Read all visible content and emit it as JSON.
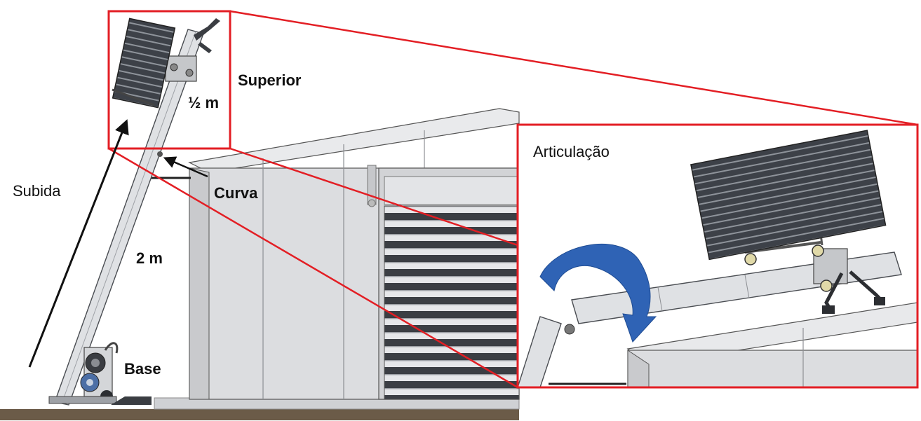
{
  "labels": {
    "superior": "Superior",
    "half_meter": "½ m",
    "curva": "Curva",
    "subida": "Subida",
    "two_meters": "2 m",
    "base": "Base",
    "articulacao": "Articulação"
  },
  "colors": {
    "highlight": "#e31e24",
    "rotation_arrow": "#2f63b5",
    "panel": "#3d4148",
    "rail": "#dfe1e4",
    "wall": "#dcdde0",
    "ground": "#6b5b48"
  }
}
